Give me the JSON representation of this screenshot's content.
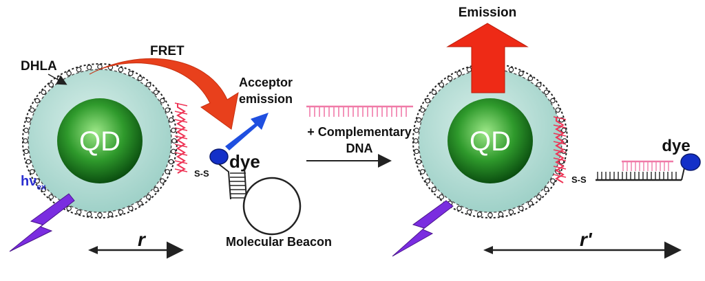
{
  "labels": {
    "dhla": "DHLA",
    "fret": "FRET",
    "acceptor_emission_line1": "Acceptor",
    "acceptor_emission_line2": "emission",
    "complementary_line1": "+ Complementary",
    "complementary_line2": "DNA",
    "emission": "Emission",
    "qd": "QD",
    "dye": "dye",
    "ss": "S-S",
    "molecular_beacon": "Molecular Beacon",
    "excitation_main": "hν",
    "excitation_sub": "ex",
    "distance_left": "r",
    "distance_right": "r'"
  },
  "colors": {
    "qd_shell": "#b7ddd6",
    "qd_core_center": "#8fe07a",
    "qd_core_edge": "#0c5a12",
    "fret_arrow": "#e8401c",
    "emission_arrow": "#ee2a16",
    "acceptor_arrow": "#1f4fe0",
    "dye": "#1330c8",
    "dna_pink": "#f07aa8",
    "linker_red": "#ee3355",
    "excitation": "#7a2de0",
    "excitation_text": "#2b2fd0"
  }
}
